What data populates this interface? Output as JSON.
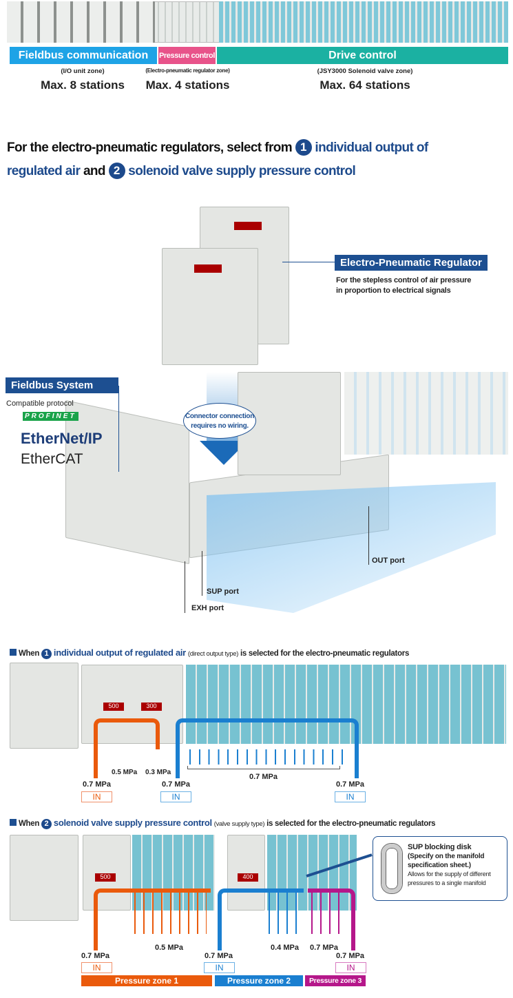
{
  "zones": [
    {
      "label": "Fieldbus communication",
      "sub": "(I/O unit zone)",
      "max": "Max. 8 stations",
      "color": "#1ea3e6"
    },
    {
      "label": "Pressure control",
      "sub": "(Electro-pneumatic regulator zone)",
      "max": "Max. 4 stations",
      "color": "#e8538a"
    },
    {
      "label": "Drive control",
      "sub": "(JSY3000 Solenoid valve zone)",
      "max": "Max. 64 stations",
      "color": "#1bb1a2"
    }
  ],
  "headline": {
    "part1": "For the electro-pneumatic regulators, select from",
    "n1": "1",
    "part2": "individual output of",
    "part3": "regulated air",
    "and": "and",
    "n2": "2",
    "part4": "solenoid valve supply pressure control"
  },
  "regulator": {
    "title": "Electro-Pneumatic Regulator",
    "desc1": "For the stepless control of air pressure",
    "desc2": "in proportion to electrical signals"
  },
  "fieldbus": {
    "title": "Fieldbus System",
    "compatible": "Compatible protocol",
    "protocols": [
      "PROFINET",
      "EtherNet/IP",
      "EtherCAT"
    ]
  },
  "callout": {
    "line1": "Connector connection",
    "line2": "requires no wiring."
  },
  "ports": {
    "out": "OUT port",
    "sup": "SUP port",
    "exh": "EXH port"
  },
  "section1": {
    "prefix": "When",
    "n": "1",
    "title": "individual output of regulated air",
    "paren": "(direct output type)",
    "suffix": "is selected for the electro-pneumatic regulators",
    "labels": {
      "in_left": "0.7 MPa",
      "out1": "0.5 MPa",
      "out2": "0.3 MPa",
      "in_mid": "0.7 MPa",
      "valves": "0.7 MPa",
      "in_right": "0.7 MPa"
    },
    "in": "IN",
    "displays": [
      "500",
      "300"
    ]
  },
  "section2": {
    "prefix": "When",
    "n": "2",
    "title": "solenoid valve supply pressure control",
    "paren": "(valve supply type)",
    "suffix": "is selected for the electro-pneumatic regulators",
    "labels": {
      "in_left": "0.7 MPa",
      "zone1": "0.5 MPa",
      "in_mid": "0.7 MPa",
      "zone2": "0.4 MPa",
      "zone3": "0.7 MPa",
      "in_right": "0.7 MPa"
    },
    "in": "IN",
    "displays": [
      "500",
      "400"
    ],
    "zones": [
      "Pressure zone 1",
      "Pressure zone 2",
      "Pressure zone 3"
    ],
    "disk": {
      "title": "SUP blocking disk",
      "note1": "(Specify on the manifold",
      "note2": "specification sheet.)",
      "desc1": "Allows for the supply of different",
      "desc2": "pressures to a single manifold"
    }
  },
  "colors": {
    "orange": "#ea5a0c",
    "blue": "#1a7fd0",
    "magenta": "#b5178a",
    "navy": "#1d4f91"
  }
}
